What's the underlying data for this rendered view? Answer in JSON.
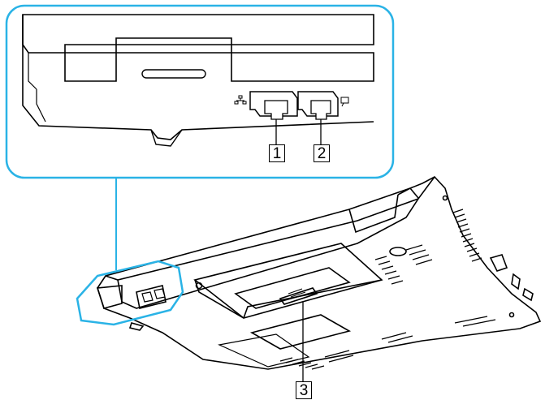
{
  "diagram": {
    "callouts": [
      {
        "id": "1",
        "text": "1",
        "part": "network-port"
      },
      {
        "id": "2",
        "text": "2",
        "part": "modem-port"
      },
      {
        "id": "3",
        "text": "3",
        "part": "battery-connector"
      }
    ],
    "icons": {
      "network_port_symbol": "network-icon",
      "modem_port_symbol": "phone-line-icon"
    },
    "colors": {
      "outline": "#000000",
      "highlight_border": "#2ab3e6",
      "body_fill": "#ffffff"
    }
  }
}
